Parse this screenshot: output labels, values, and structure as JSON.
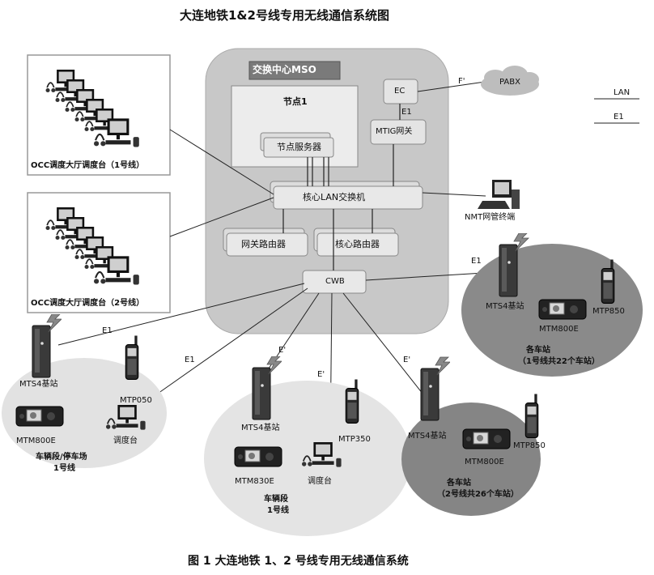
{
  "title": "大连地铁1&2号线专用无线通信系统图",
  "caption": "图 1    大连地铁 1、2 号线专用无线通信系统",
  "msc": {
    "label": "交换中心MSO",
    "node": "节点1",
    "node_server": "节点服务器",
    "ec": "EC",
    "mtig": "MTIG网关",
    "core_lan": "核心LAN交换机",
    "gateway_router": "网关路由器",
    "core_router": "核心路由器",
    "cwb": "CWB"
  },
  "pabx": "PABX",
  "legend": {
    "lan": "LAN",
    "e1": "E1"
  },
  "nmt": "NMT网管终端",
  "occ1": "OCC调度大厅调度台（1号线）",
  "occ2": "OCC调度大厅调度台（2号线）",
  "links": {
    "e1": "E1",
    "e1p": "E'",
    "f1": "F'"
  },
  "depot1": {
    "mts4": "MTS4基站",
    "mtp": "MTP050",
    "mtm": "MTM800E",
    "console": "调度台",
    "name1": "车辆段/停车场",
    "name2": "1号线"
  },
  "depot2": {
    "mts4": "MTS4基站",
    "mtp": "MTP350",
    "mtm": "MTM830E",
    "console": "调度台",
    "name1": "车辆段",
    "name2": "1号线"
  },
  "line2": {
    "mts4": "MTS4基站",
    "mtp": "MTP850",
    "mtm": "MTM800E",
    "name1": "各车站",
    "name2": "（2号线共26个车站）"
  },
  "line1": {
    "mts4": "MTS4基站",
    "mtp": "MTP850",
    "mtm": "MTM800E",
    "name1": "各车站",
    "name2": "（1号线共22个车站）"
  }
}
